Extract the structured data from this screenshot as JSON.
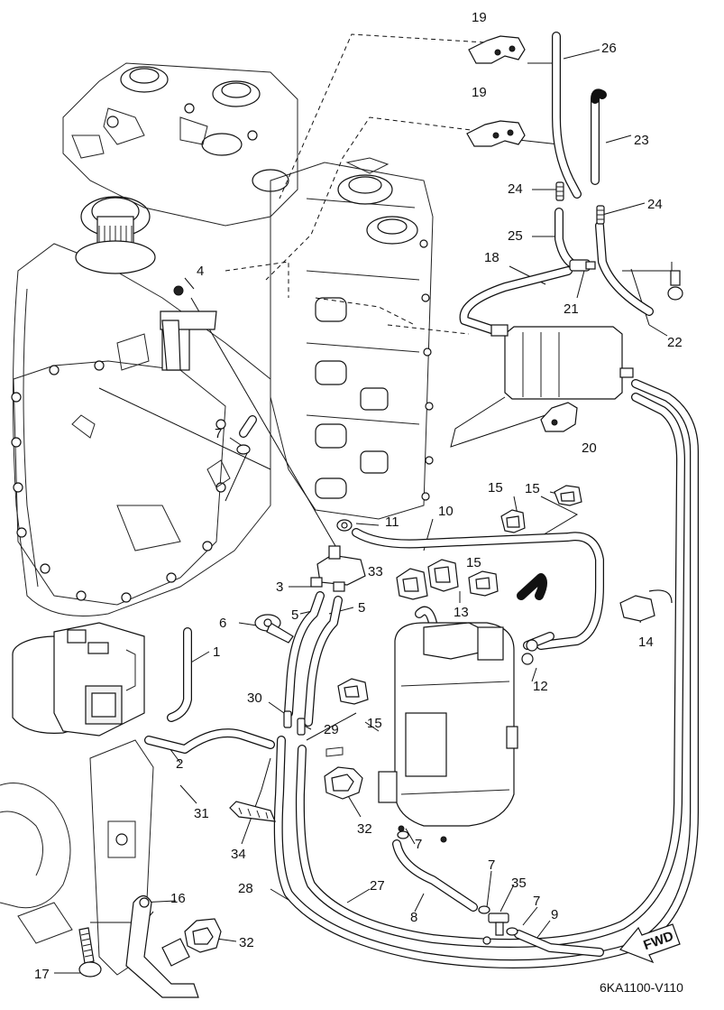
{
  "diagram": {
    "code": "6KA1100-V110",
    "fwd_label": "FWD",
    "callouts": [
      {
        "key": "c19a",
        "text": "19"
      },
      {
        "key": "c19b",
        "text": "19"
      },
      {
        "key": "c26",
        "text": "26"
      },
      {
        "key": "c23",
        "text": "23"
      },
      {
        "key": "c24a",
        "text": "24"
      },
      {
        "key": "c24b",
        "text": "24"
      },
      {
        "key": "c25",
        "text": "25"
      },
      {
        "key": "c18",
        "text": "18"
      },
      {
        "key": "c21",
        "text": "21"
      },
      {
        "key": "c22",
        "text": "22"
      },
      {
        "key": "c4",
        "text": "4"
      },
      {
        "key": "c20",
        "text": "20"
      },
      {
        "key": "c7a",
        "text": "7"
      },
      {
        "key": "c15a",
        "text": "15"
      },
      {
        "key": "c15b",
        "text": "15"
      },
      {
        "key": "c15c",
        "text": "15"
      },
      {
        "key": "c15d",
        "text": "15"
      },
      {
        "key": "c11",
        "text": "11"
      },
      {
        "key": "c10",
        "text": "10"
      },
      {
        "key": "c33",
        "text": "33"
      },
      {
        "key": "c3",
        "text": "3"
      },
      {
        "key": "c13",
        "text": "13"
      },
      {
        "key": "c5a",
        "text": "5"
      },
      {
        "key": "c5b",
        "text": "5"
      },
      {
        "key": "c6",
        "text": "6"
      },
      {
        "key": "c14",
        "text": "14"
      },
      {
        "key": "c1",
        "text": "1"
      },
      {
        "key": "c12",
        "text": "12"
      },
      {
        "key": "c30",
        "text": "30"
      },
      {
        "key": "c29",
        "text": "29"
      },
      {
        "key": "c2",
        "text": "2"
      },
      {
        "key": "c31",
        "text": "31"
      },
      {
        "key": "c32a",
        "text": "32"
      },
      {
        "key": "c34",
        "text": "34"
      },
      {
        "key": "c7b",
        "text": "7"
      },
      {
        "key": "c7c",
        "text": "7"
      },
      {
        "key": "c35",
        "text": "35"
      },
      {
        "key": "c7d",
        "text": "7"
      },
      {
        "key": "c27",
        "text": "27"
      },
      {
        "key": "c16",
        "text": "16"
      },
      {
        "key": "c28",
        "text": "28"
      },
      {
        "key": "c8",
        "text": "8"
      },
      {
        "key": "c9",
        "text": "9"
      },
      {
        "key": "c32b",
        "text": "32"
      },
      {
        "key": "c17",
        "text": "17"
      }
    ]
  }
}
